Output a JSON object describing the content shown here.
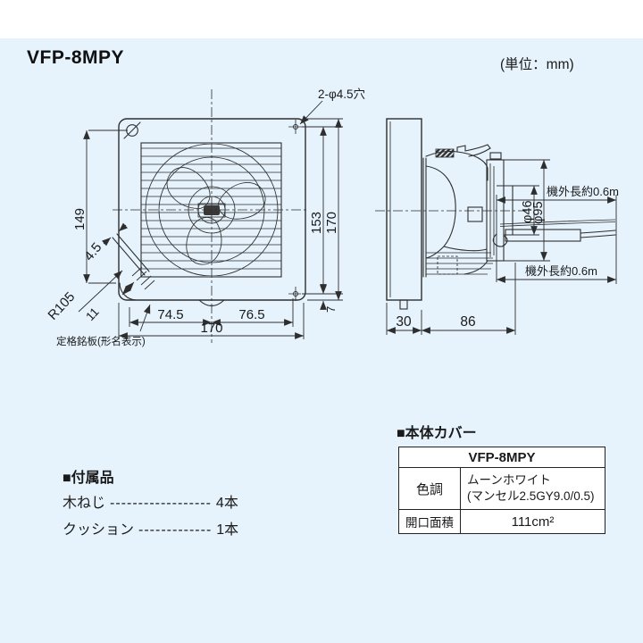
{
  "header": {
    "model": "VFP-8MPY",
    "unit_note": "(単位：mm)"
  },
  "front_view": {
    "holes_note": "2-φ4.5穴",
    "nameplate_note": "定格銘板(形名表示)",
    "dim_height": "149",
    "dim_slot_width": "4.5",
    "dim_radius": "R105",
    "dim_slot_length": "11",
    "dim_bottom_left": "74.5",
    "dim_bottom_right": "76.5",
    "dim_width_total": "170",
    "dim_hole_pitch": "153",
    "dim_height_total": "170",
    "dim_hole_edge": "7"
  },
  "side_view": {
    "dim_panel_depth": "30",
    "dim_body_depth": "86",
    "dim_pipe_dia": "φ46",
    "dim_duct_dia": "φ95",
    "cord_note_top": "機外長約0.6m",
    "cord_note_bottom": "機外長約0.6m"
  },
  "accessories": {
    "heading": "■付属品",
    "items": [
      {
        "name": "木ねじ",
        "leader": "------------------",
        "qty": "4本"
      },
      {
        "name": "クッション",
        "leader": "-------------",
        "qty": "1本"
      }
    ]
  },
  "cover_table": {
    "heading": "■本体カバー",
    "model": "VFP-8MPY",
    "color_label": "色調",
    "color_value_line1": "ムーンホワイト",
    "color_value_line2": "(マンセル2.5GY9.0/0.5)",
    "area_label": "開口面積",
    "area_value": "111cm²"
  },
  "colors": {
    "background": "#e6f3fc",
    "line": "#2e2e2e",
    "text": "#1a1a1a"
  }
}
